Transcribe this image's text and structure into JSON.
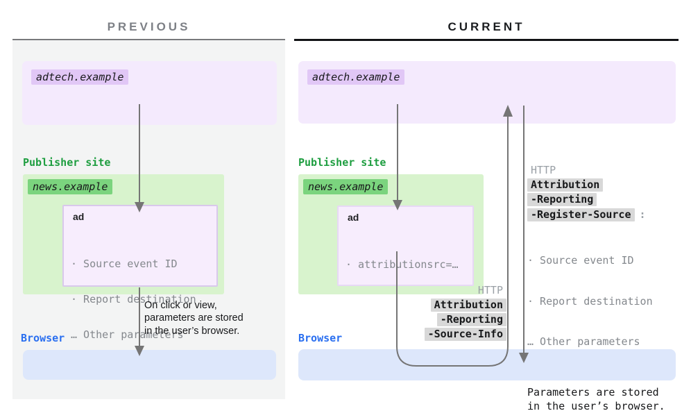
{
  "colors": {
    "panel_bg": "#f3f4f4",
    "purple_box": "#f4eafd",
    "purple_chip": "#e1c7f6",
    "purple_ad_box": "#f7edfd",
    "purple_ad_border_prev": "#d9c8ec",
    "purple_ad_border_cur": "#e7d8f5",
    "green_box": "#d8f3cd",
    "green_chip": "#7bd47e",
    "green_text": "#1e9e40",
    "blue_box": "#dde7fb",
    "blue_text": "#2a6ff0",
    "arrow_gray": "#757575",
    "header_chip_bg": "#d8d8d8",
    "muted_text": "#84888d",
    "http_label_text": "#9aa0a6",
    "heading_prev": "#7d8086",
    "heading_cur": "#1b1d20",
    "body_text": "#17181a"
  },
  "previous": {
    "title": "PREVIOUS",
    "adtech_label": "adtech.example",
    "publisher_site_label": "Publisher site",
    "news_label": "news.example",
    "ad_title": "ad",
    "ad_params": [
      "· Source event ID",
      "· Report destination",
      "… Other parameters"
    ],
    "note_lines": [
      "On click or view,",
      "parameters are stored",
      "in the user’s browser."
    ],
    "browser_label": "Browser"
  },
  "current": {
    "title": "CURRENT",
    "adtech_label": "adtech.example",
    "publisher_site_label": "Publisher site",
    "news_label": "news.example",
    "ad_title": "ad",
    "ad_params": [
      "· attributionsrc=…"
    ],
    "source_info_request": {
      "protocol": "HTTP",
      "header_parts": [
        "Attribution",
        "-Reporting",
        "-Source-Info"
      ]
    },
    "register_source_response": {
      "protocol": "HTTP",
      "header_parts": [
        "Attribution",
        "-Reporting",
        "-Register-Source"
      ],
      "colon": ":",
      "params": [
        "· Source event ID",
        "· Report destination",
        "… Other parameters"
      ]
    },
    "note_lines": [
      "Parameters are stored",
      "in the user’s browser."
    ],
    "browser_label": "Browser"
  }
}
